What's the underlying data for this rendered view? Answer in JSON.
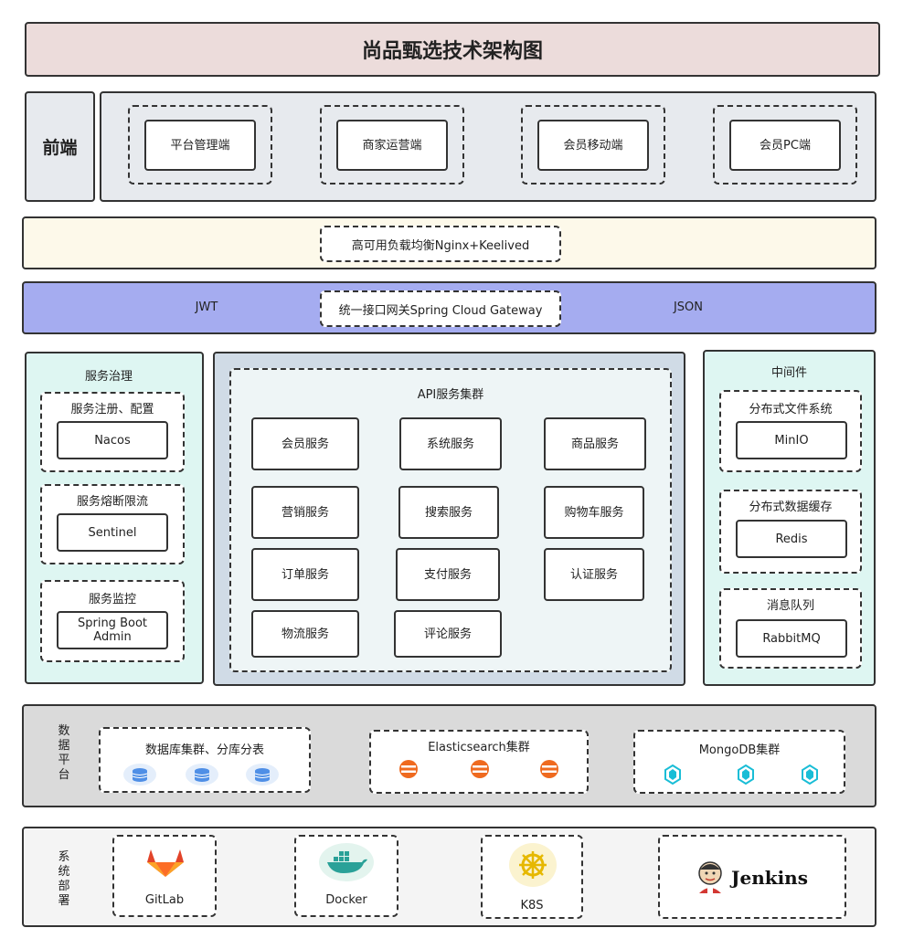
{
  "title": "尚品甄选技术架构图",
  "frontend": {
    "label": "前端",
    "items": [
      "平台管理端",
      "商家运营端",
      "会员移动端",
      "会员PC端"
    ]
  },
  "loadbalancer": {
    "label": "高可用负载均衡Nginx+Keelived"
  },
  "gateway": {
    "left": "JWT",
    "center": "统一接口网关Spring Cloud Gateway",
    "right": "JSON"
  },
  "governance": {
    "title": "服务治理",
    "groups": [
      {
        "title": "服务注册、配置",
        "item": "Nacos"
      },
      {
        "title": "服务熔断限流",
        "item": "Sentinel"
      },
      {
        "title": "服务监控",
        "item": "Spring Boot Admin"
      }
    ]
  },
  "api": {
    "title": "API服务集群",
    "services": [
      "会员服务",
      "系统服务",
      "商品服务",
      "营销服务",
      "搜索服务",
      "购物车服务",
      "订单服务",
      "支付服务",
      "认证服务",
      "物流服务",
      "评论服务"
    ]
  },
  "middleware": {
    "title": "中间件",
    "groups": [
      {
        "title": "分布式文件系统",
        "item": "MinIO"
      },
      {
        "title": "分布式数据缓存",
        "item": "Redis"
      },
      {
        "title": "消息队列",
        "item": "RabbitMQ"
      }
    ]
  },
  "data_platform": {
    "label": "数据平台",
    "groups": [
      {
        "title": "数据库集群、分库分表",
        "icon": "database-icon"
      },
      {
        "title": "Elasticsearch集群",
        "icon": "elasticsearch-icon"
      },
      {
        "title": "MongoDB集群",
        "icon": "mongodb-icon"
      }
    ]
  },
  "deploy": {
    "label": "系统部署",
    "items": [
      {
        "label": "GitLab",
        "icon": "gitlab-icon"
      },
      {
        "label": "Docker",
        "icon": "docker-icon"
      },
      {
        "label": "K8S",
        "icon": "kubernetes-icon"
      },
      {
        "label": "Jenkins",
        "icon": "jenkins-icon"
      }
    ]
  },
  "colors": {
    "title_bg": "#ecdcdb",
    "frontend_bg": "#e7eaee",
    "lb_bg": "#fdf9ea",
    "gateway_bg": "#a5acf0",
    "side_bg": "#def6f2",
    "api_bg": "#d0dbe6",
    "api_inner_bg": "#eef5f6",
    "data_bg": "#dadada",
    "deploy_bg": "#f4f4f4",
    "es_orange": "#ef6a1f",
    "mongo_cyan": "#19bdd6",
    "db_blue": "#4f8fe6",
    "gitlab_orange": "#fc6d26"
  }
}
